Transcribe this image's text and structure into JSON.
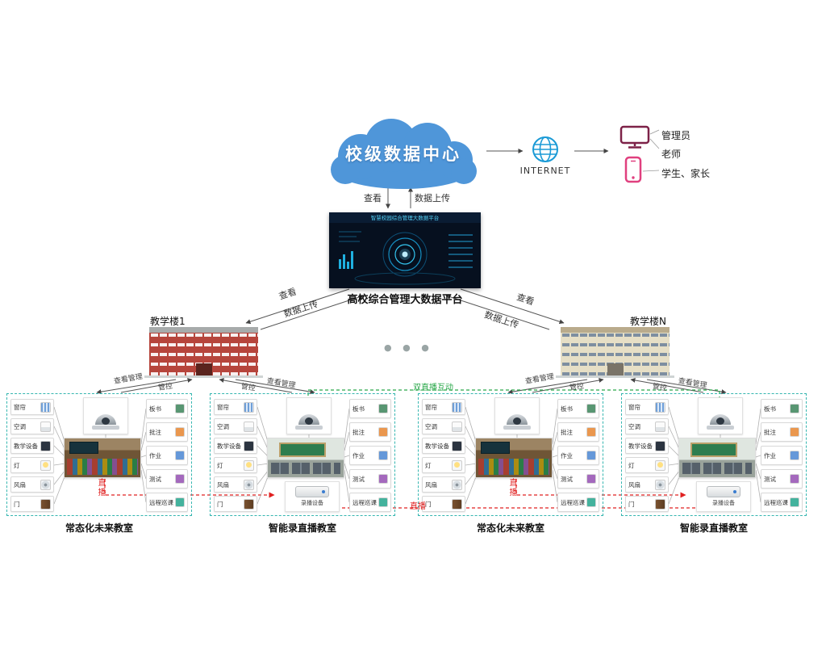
{
  "cloud": {
    "label": "校级数据中心"
  },
  "internet": {
    "label": "INTERNET"
  },
  "users": {
    "admin": "管理员",
    "teacher": "老师",
    "student_parent": "学生、家长"
  },
  "flows": {
    "view": "查看",
    "upload": "数据上传",
    "view_manage": "查看管理",
    "control": "管控",
    "live": "直播",
    "dual_live": "双直播互动"
  },
  "platform": {
    "caption": "高校综合管理大数据平台",
    "screen_title": "智慧校园综合管理大数据平台"
  },
  "buildings": [
    {
      "label": "教学楼1"
    },
    {
      "label": "教学楼N"
    }
  ],
  "ellipsis": "●  ●  ●",
  "device_panel": {
    "left": [
      "窗帘",
      "空调",
      "教学设备",
      "灯",
      "风扇",
      "门"
    ],
    "right": [
      "板书",
      "批注",
      "作业",
      "测试",
      "远程巡课"
    ],
    "recorder": "录播设备"
  },
  "classrooms": [
    {
      "label": "常态化未来教室",
      "type": "normal"
    },
    {
      "label": "智能录直播教室",
      "type": "recording"
    },
    {
      "label": "常态化未来教室",
      "type": "normal"
    },
    {
      "label": "智能录直播教室",
      "type": "recording"
    }
  ],
  "colors": {
    "cloud": "#4f96d9",
    "internet": "#1a9ad6",
    "monitor": "#7d2248",
    "phone": "#e0407f",
    "cluster_border": "#35b6b0",
    "live": "#e02020",
    "dual_live": "#2aa84a"
  }
}
